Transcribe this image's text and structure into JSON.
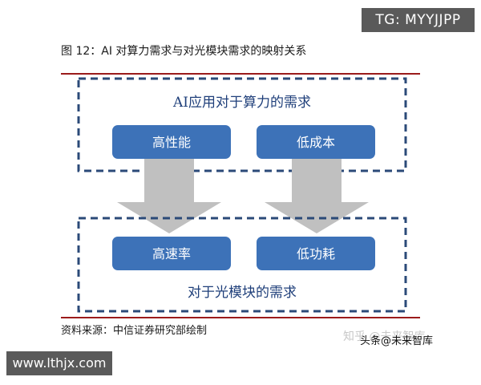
{
  "watermark_top": "TG: MYYJJPP",
  "figure": {
    "title": "图 12：AI 对算力需求与对光模块需求的映射关系",
    "top_group": {
      "label": "AI应用对于算力的需求",
      "boxes": [
        "高性能",
        "低成本"
      ]
    },
    "bottom_group": {
      "label": "对于光模块的需求",
      "boxes": [
        "高速率",
        "低功耗"
      ]
    },
    "source": "资料来源：中信证券研究部绘制"
  },
  "watermark_zhihu": "知乎 @未来智库",
  "watermark_author": "头条@未来智库",
  "watermark_site": "www.lthjx.com",
  "colors": {
    "box_fill": "#3d72b8",
    "box_text": "#ffffff",
    "dash_border": "#2b4a78",
    "arrow": "#c0c0c0",
    "rule": "#9b1b1b",
    "label_text": "#1f3f7a"
  }
}
